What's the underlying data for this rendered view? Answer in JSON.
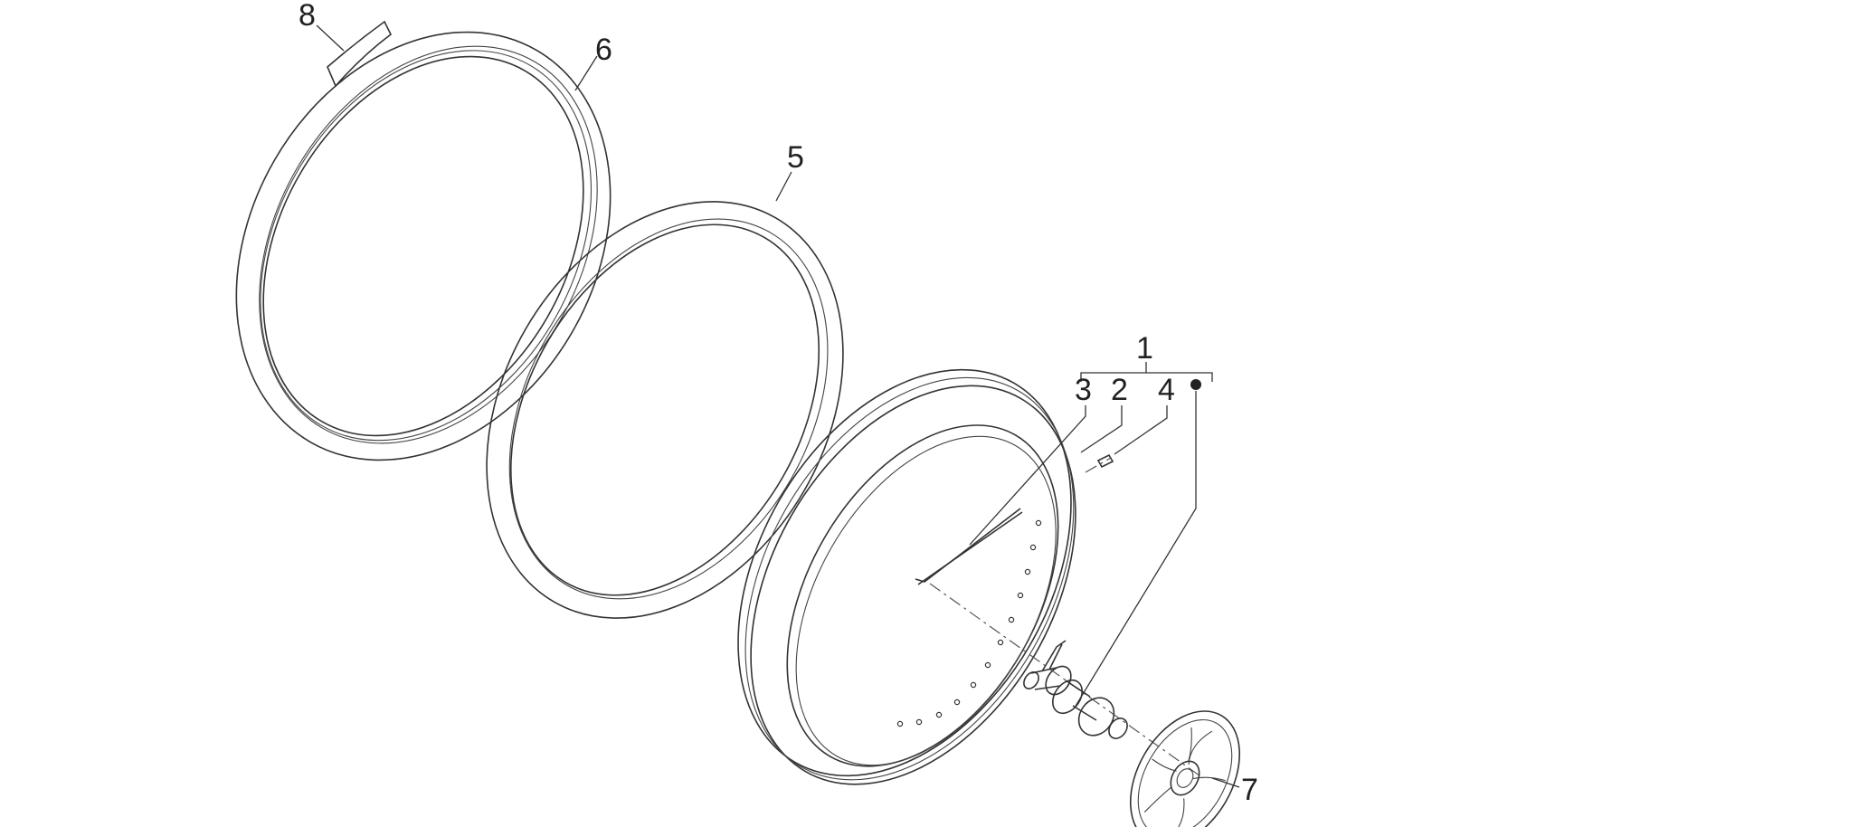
{
  "callouts": {
    "c1": "1",
    "c2": "2",
    "c3": "3",
    "c4": "4",
    "c5": "5",
    "c6": "6",
    "c7": "7",
    "c8": "8"
  },
  "colors": {
    "line": "#333333",
    "background": "#ffffff"
  },
  "icons": {
    "bullet": "filled-dot"
  }
}
